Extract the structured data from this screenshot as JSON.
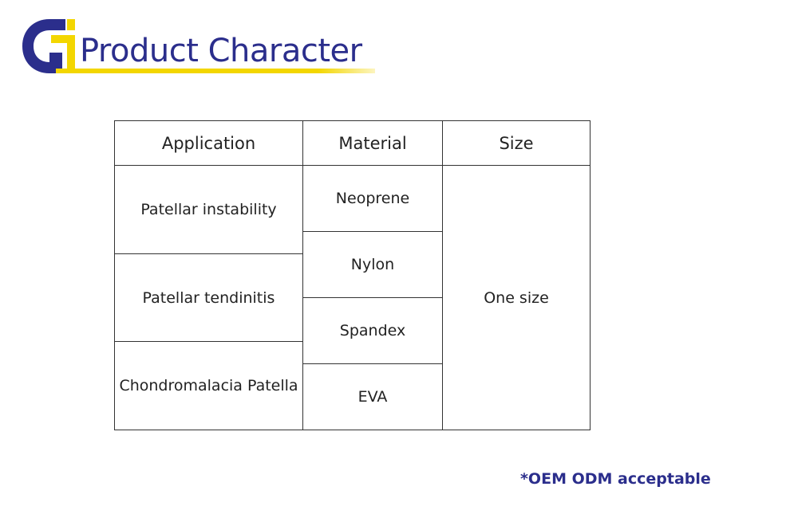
{
  "header": {
    "title": "Product Character"
  },
  "colors": {
    "brand_navy": "#2b2e8c",
    "brand_yellow": "#f3d600",
    "text": "#222222",
    "border": "#333333"
  },
  "logo": {
    "icon": "gi-monogram-logo"
  },
  "table": {
    "headers": {
      "application": "Application",
      "material": "Material",
      "size": "Size"
    },
    "applications": [
      "Patellar instability",
      "Patellar tendinitis",
      "Chondromalacia Patella"
    ],
    "materials": [
      "Neoprene",
      "Nylon",
      "Spandex",
      "EVA"
    ],
    "size": "One size"
  },
  "footer": {
    "note": "*OEM ODM acceptable"
  }
}
